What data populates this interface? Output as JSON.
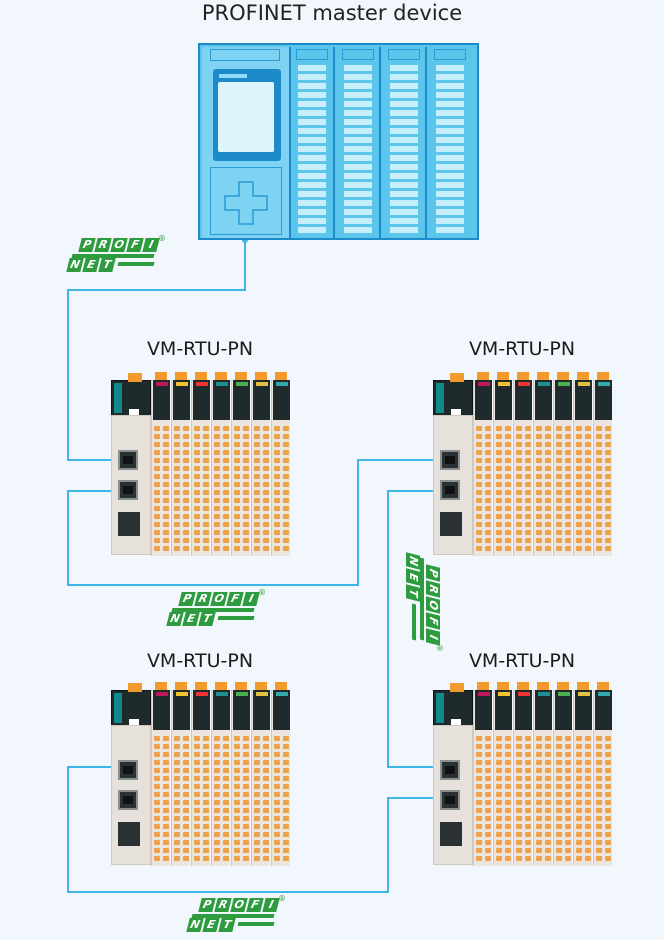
{
  "title": "PROFINET master device",
  "master": {
    "label": "PROFINET master device",
    "io_module_count": 4,
    "color": "#5bc5ec",
    "border_color": "#1d8bc9"
  },
  "profinet_logo": {
    "row1": [
      "P",
      "R",
      "O",
      "F",
      "I"
    ],
    "row2": [
      "N",
      "E",
      "T"
    ],
    "registered": "®",
    "color": "#2e9c3e"
  },
  "devices": [
    {
      "id": "rtu-1",
      "label": "VM-RTU-PN"
    },
    {
      "id": "rtu-2",
      "label": "VM-RTU-PN"
    },
    {
      "id": "rtu-3",
      "label": "VM-RTU-PN"
    },
    {
      "id": "rtu-4",
      "label": "VM-RTU-PN"
    }
  ],
  "connections": [
    {
      "from": "master",
      "to": "rtu-1 port 1"
    },
    {
      "from": "rtu-1 port 2",
      "to": "rtu-2 port 1"
    },
    {
      "from": "rtu-2 port 2",
      "to": "rtu-4 port 1"
    },
    {
      "from": "rtu-4 port 2",
      "to": "rtu-3 port 1"
    }
  ],
  "cable_color": "#3fb6e6"
}
